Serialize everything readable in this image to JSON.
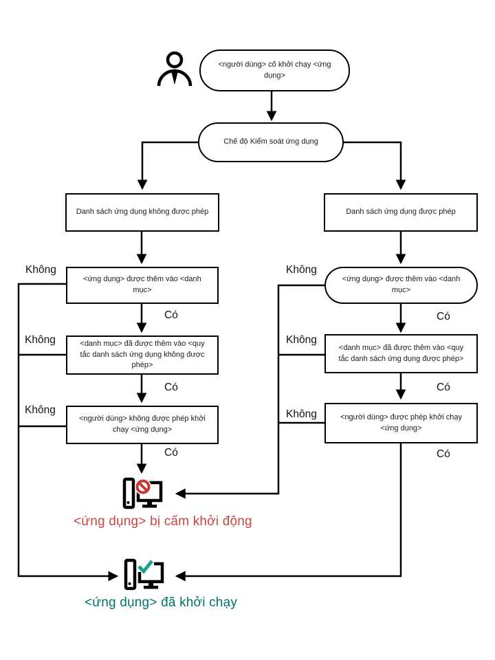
{
  "flow": {
    "start": "<người dùng> cố khởi chạy <ứng dụng>",
    "mode": "Chế độ Kiểm soát ứng dụng",
    "deny_branch": {
      "list": "Danh sách ứng dụng không được phép",
      "app_added": "<ứng dụng> được thêm vào <danh mục>",
      "category_added": "<danh mục> đã được thêm vào <quy tắc danh sách ứng dụng không được phép>",
      "user_verdict": "<người dùng> không được phép khởi chạy <ứng dụng>"
    },
    "allow_branch": {
      "list": "Danh sách ứng dụng được phép",
      "app_added": "<ứng dụng> được thêm vào <danh mục>",
      "category_added": "<danh mục> đã được thêm vào <quy tắc danh sách ứng dụng được phép>",
      "user_verdict": "<người dùng> được phép khởi chạy <ứng dụng>"
    },
    "results": {
      "blocked": "<ứng dụng> bị cấm khởi động",
      "running": "<ứng dụng> đã khởi chạy"
    }
  },
  "labels": {
    "no": "Không",
    "yes": "Có"
  },
  "colors": {
    "line": "#000000",
    "blocked_text": "#c9473f",
    "running_text": "#00736b",
    "badge_red": "#c63a31",
    "badge_teal": "#18a18d"
  }
}
